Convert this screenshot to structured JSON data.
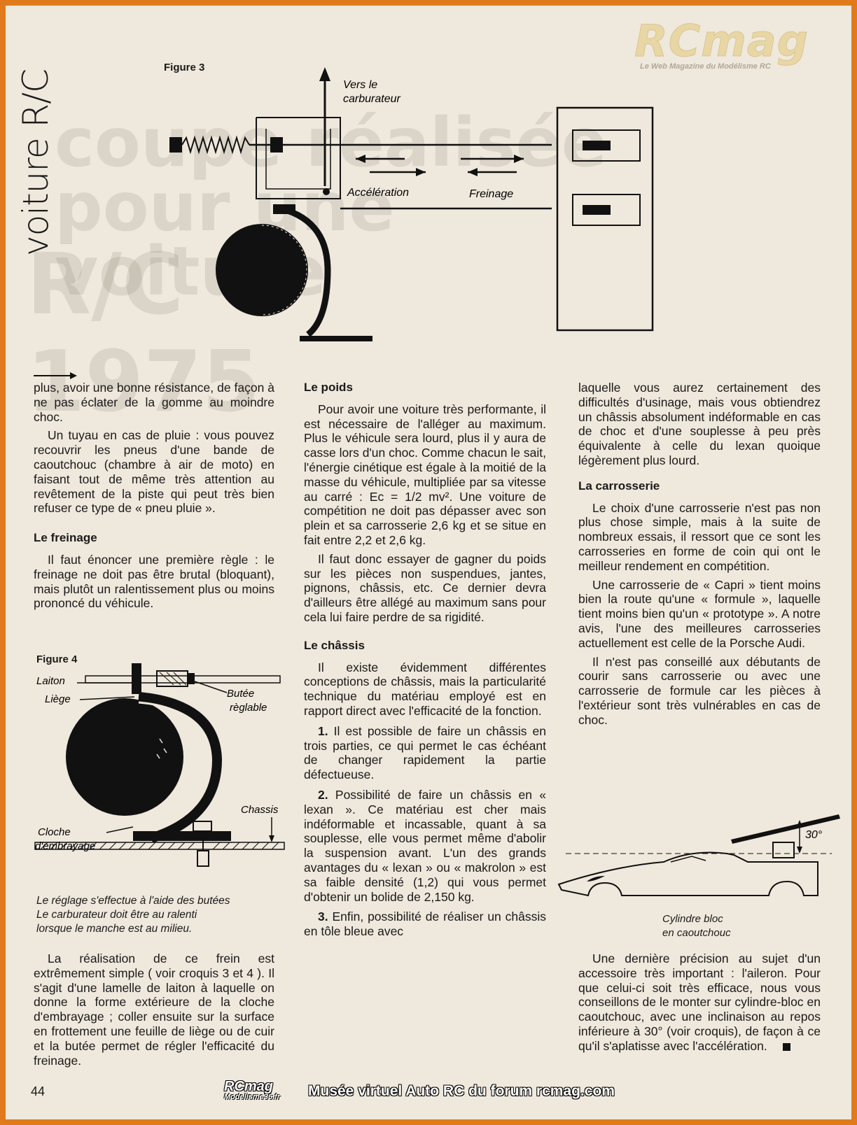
{
  "brand": {
    "logo": "RCmag",
    "tagline": "Le Web Magazine du Modélisme RC"
  },
  "section_label": "voiture R/C",
  "figure3": {
    "label": "Figure 3",
    "vers": "Vers le",
    "carburateur": "carburateur",
    "acceleration": "Accélération",
    "freinage": "Freinage"
  },
  "figure4": {
    "label": "Figure 4",
    "laiton": "Laiton",
    "liege": "Liège",
    "butee": "Butée",
    "reglable": "règlable",
    "chassis": "Chassis",
    "cloche": "Cloche",
    "embrayage": "d'embrayage",
    "caption": [
      "Le réglage s'effectue à l'aide des butées",
      "Le carburateur doit être au ralenti",
      "lorsque le manche est au milieu."
    ]
  },
  "figure5": {
    "angle": "30°",
    "caption": [
      "Cylindre bloc",
      "en caoutchouc"
    ]
  },
  "col1": {
    "p1": "plus, avoir une bonne résistance, de façon à ne pas éclater de la gomme au moindre choc.",
    "p2": "Un tuyau en cas de pluie : vous pouvez recouvrir les pneus d'une bande de caoutchouc (chambre à air de moto) en faisant tout de même très attention au revêtement de la piste qui peut très bien refuser ce type de « pneu pluie ».",
    "h_freinage": "Le freinage",
    "p3": "Il faut énoncer une première règle : le freinage ne doit pas être brutal (bloquant), mais plutôt un ralentissement plus ou moins prononcé du véhicule.",
    "p4": "La réalisation de ce frein est extrêmement simple ( voir croquis 3 et 4 ). Il s'agit d'une lamelle de laiton à laquelle on donne la forme extérieure de la cloche d'embrayage ; coller ensuite sur la surface en frottement une feuille de liège ou de cuir et la butée permet de régler l'efficacité du freinage."
  },
  "col2": {
    "h_poids": "Le poids",
    "p1": "Pour avoir une voiture très performante, il est nécessaire de l'alléger au maximum. Plus le véhicule sera lourd, plus il y aura de casse lors d'un choc. Comme chacun le sait, l'énergie cinétique est égale à la moitié de la masse du véhicule, multipliée par sa vitesse au carré : Ec = 1/2 mv². Une voiture de compétition ne doit pas dépasser avec son plein et sa carrosserie 2,6 kg et se situe en fait entre 2,2 et 2,6 kg.",
    "p2": "Il faut donc essayer de gagner du poids sur les pièces non suspendues, jantes, pignons, châssis, etc. Ce dernier devra d'ailleurs être allégé au maximum sans pour cela lui faire perdre de sa rigidité.",
    "h_chassis": "Le châssis",
    "p3": "Il existe évidemment différentes conceptions de châssis, mais la particularité technique du matériau employé est en rapport direct avec l'efficacité de la fonction.",
    "n1": "1.",
    "p4": "Il est possible de faire un châssis en trois parties, ce qui permet le cas échéant de changer rapidement la partie défectueuse.",
    "n2": "2.",
    "p5": "Possibilité de faire un châssis en « lexan ». Ce matériau est cher mais indéformable et incassable, quant à sa souplesse, elle vous permet même d'abolir la suspension avant. L'un des grands avantages du « lexan » ou « makrolon » est sa faible densité (1,2) qui vous permet d'obtenir un bolide de 2,150 kg.",
    "n3": "3.",
    "p6": "Enfin, possibilité de réaliser un châssis en tôle bleue avec"
  },
  "col3": {
    "p1": "laquelle vous aurez certainement des difficultés d'usinage, mais vous obtiendrez un châssis absolument indéformable en cas de choc et d'une souplesse à peu près équivalente à celle du lexan quoique légèrement plus lourd.",
    "h_carrosserie": "La carrosserie",
    "p2": "Le choix d'une carrosserie n'est pas non plus chose simple, mais à la suite de nombreux essais, il ressort que ce sont les carrosseries en forme de coin qui ont le meilleur rendement en compétition.",
    "p3": "Une carrosserie de « Capri » tient moins bien la route qu'une « formule », laquelle tient moins bien qu'un « prototype ». A notre avis, l'une des meilleures carrosseries actuellement est celle de la Porsche Audi.",
    "p4": "Il n'est pas conseillé aux débutants de courir sans carrosserie ou avec une carrosserie de formule car les pièces à l'extérieur sont très vulnérables en cas de choc.",
    "p5": "Une dernière précision au sujet d'un accessoire très important : l'aileron. Pour que celui-ci soit très efficace, nous vous conseillons de le monter sur cylindre-bloc en caoutchouc, avec une inclinaison au repos inférieure à 30° (voir croquis), de façon à ce qu'il s'aplatisse avec l'accélération."
  },
  "footer": {
    "page_number": "44",
    "mini_logo": "RCmag",
    "mini_logo_sub": "Modelisme36.fr",
    "museum_text": "Musée virtuel Auto RC du forum rcmag.com"
  }
}
